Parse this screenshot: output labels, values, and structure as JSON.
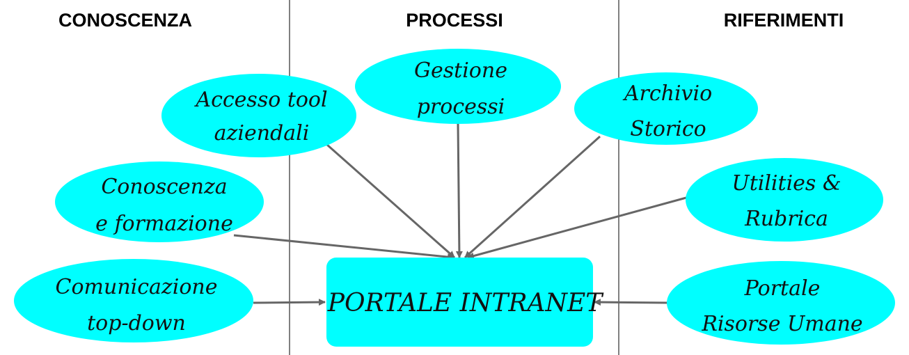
{
  "columns": {
    "left": "CONOSCENZA",
    "middle": "PROCESSI",
    "right": "RIFERIMENTI"
  },
  "center": {
    "label": "PORTALE INTRANET"
  },
  "nodes": {
    "accesso": [
      "Accesso tool",
      "aziendali"
    ],
    "gestione": [
      "Gestione",
      "processi"
    ],
    "archivio": [
      "Archivio",
      "Storico"
    ],
    "conoscenza": [
      "Conoscenza",
      "e formazione"
    ],
    "utilities": [
      "Utilities &",
      "Rubrica"
    ],
    "comunicazione": [
      "Comunicazione",
      "top-down"
    ],
    "risorse": [
      "Portale",
      "Risorse Umane"
    ]
  },
  "colors": {
    "node_fill": "#00ffff",
    "arrow": "#666666",
    "divider": "#000000"
  }
}
